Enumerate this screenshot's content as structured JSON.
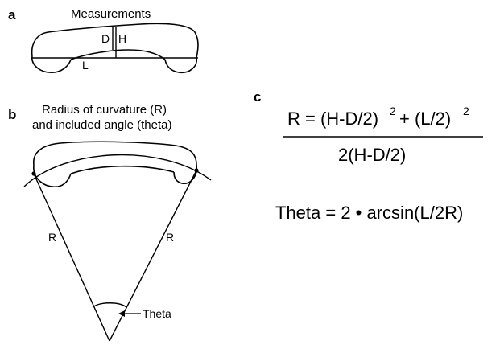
{
  "panel_a": {
    "letter": "a",
    "title": "Measurements",
    "label_D": "D",
    "label_H": "H",
    "label_L": "L"
  },
  "panel_b": {
    "letter": "b",
    "title_line1": "Radius of curvature (R)",
    "title_line2": "and included angle (theta)",
    "label_R_left": "R",
    "label_R_right": "R",
    "label_theta": "Theta"
  },
  "panel_c": {
    "letter": "c",
    "eq1_lhs": "R = (H-D/2)",
    "eq1_exp1": "2",
    "eq1_mid": "+ (L/2)",
    "eq1_exp2": "2",
    "eq1_denominator": "2(H-D/2)",
    "eq2": "Theta = 2 • arcsin(L/2R)"
  }
}
